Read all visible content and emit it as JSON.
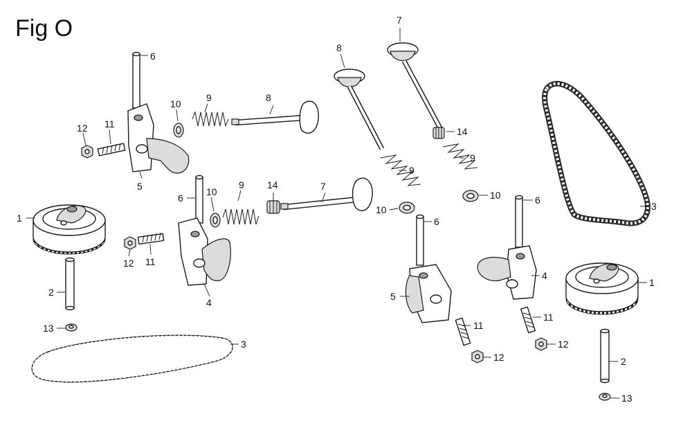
{
  "figure": {
    "title": "Fig O"
  },
  "callouts": {
    "c1a": "1",
    "c1b": "1",
    "c2a": "2",
    "c2b": "2",
    "c3a": "3",
    "c3b": "3",
    "c4a": "4",
    "c4b": "4",
    "c5a": "5",
    "c5b": "5",
    "c6a": "6",
    "c6b": "6",
    "c6c": "6",
    "c6d": "6",
    "c7a": "7",
    "c7b": "7",
    "c8a": "8",
    "c8b": "8",
    "c9a": "9",
    "c9b": "9",
    "c9c": "9",
    "c9d": "9",
    "c10a": "10",
    "c10b": "10",
    "c10c": "10",
    "c10d": "10",
    "c11a": "11",
    "c11b": "11",
    "c11c": "11",
    "c11d": "11",
    "c12a": "12",
    "c12b": "12",
    "c12c": "12",
    "c12d": "12",
    "c13a": "13",
    "c13b": "13",
    "c14a": "14",
    "c14b": "14"
  }
}
